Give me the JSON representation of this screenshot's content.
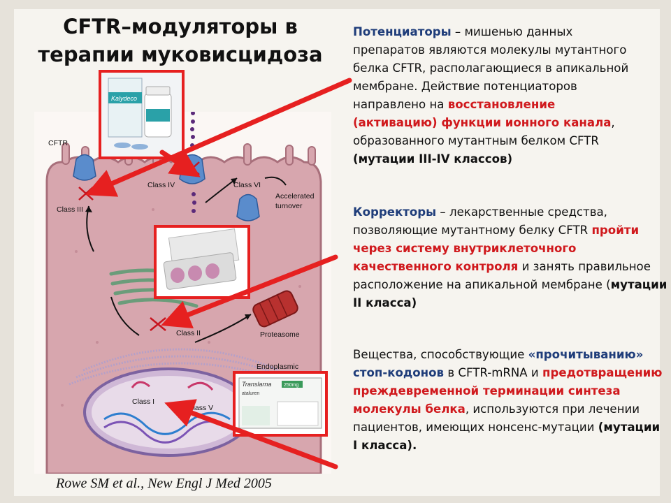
{
  "title": {
    "line1": "CFTR–модуляторы в",
    "line2": "терапии муковисцидоза"
  },
  "citation": "Rowe SM et al., New Engl J Med 2005",
  "figure_labels": {
    "cftr": "CFTR",
    "class_iii": "Class III",
    "class_iv": "Class IV",
    "class_vi": "Class VI",
    "accelerated": "Accelerated",
    "turnover": "turnover",
    "class_ii": "Class II",
    "proteasome": "Proteasome",
    "endoplasmic": "Endoplasmic",
    "class_i": "Class I",
    "class_v": "Class V"
  },
  "drug_labels": {
    "kalydeco": "Kalydeco",
    "translarna": "Translarna",
    "translarna_dose": "250mg",
    "ataluren": "ataluren"
  },
  "potentiators": {
    "term": "Потенциаторы",
    "p1": " – мишенью данных препаратов являются молекулы мутантного белка CFTR, располагающиеся в апикальной мембране. Действие потенциаторов направлено на ",
    "highlight": "восстановление (активацию) функции ионного канала",
    "p2": ", образованного мутантным белком CFTR ",
    "mutations": "(мутации III-IV классов)"
  },
  "correctors": {
    "term": "Корректоры",
    "p1": " – лекарственные средства, позволяющие мутантному белку CFTR ",
    "highlight": "пройти через систему внутриклеточного качественного контроля",
    "p2": " и занять правильное расположение на апикальной мембране (",
    "mutations": "мутации II класса)"
  },
  "readthrough": {
    "p1": "Вещества, способствующие ",
    "highlight1": "«прочитыванию» стоп-кодонов",
    "p2": " в CFTR-mRNA и ",
    "highlight2": "предотвращению преждевременной терминации синтеза молекулы белка",
    "p3": ", используются при лечении пациентов, имеющих нонсенс-мутации ",
    "mutations": "(мутации I класса)."
  },
  "colors": {
    "accent_red": "#d0191d",
    "term_blue": "#1f3d7a",
    "cell_pink": "#d7a6ae",
    "cftr_blue": "#5a8ccc"
  }
}
